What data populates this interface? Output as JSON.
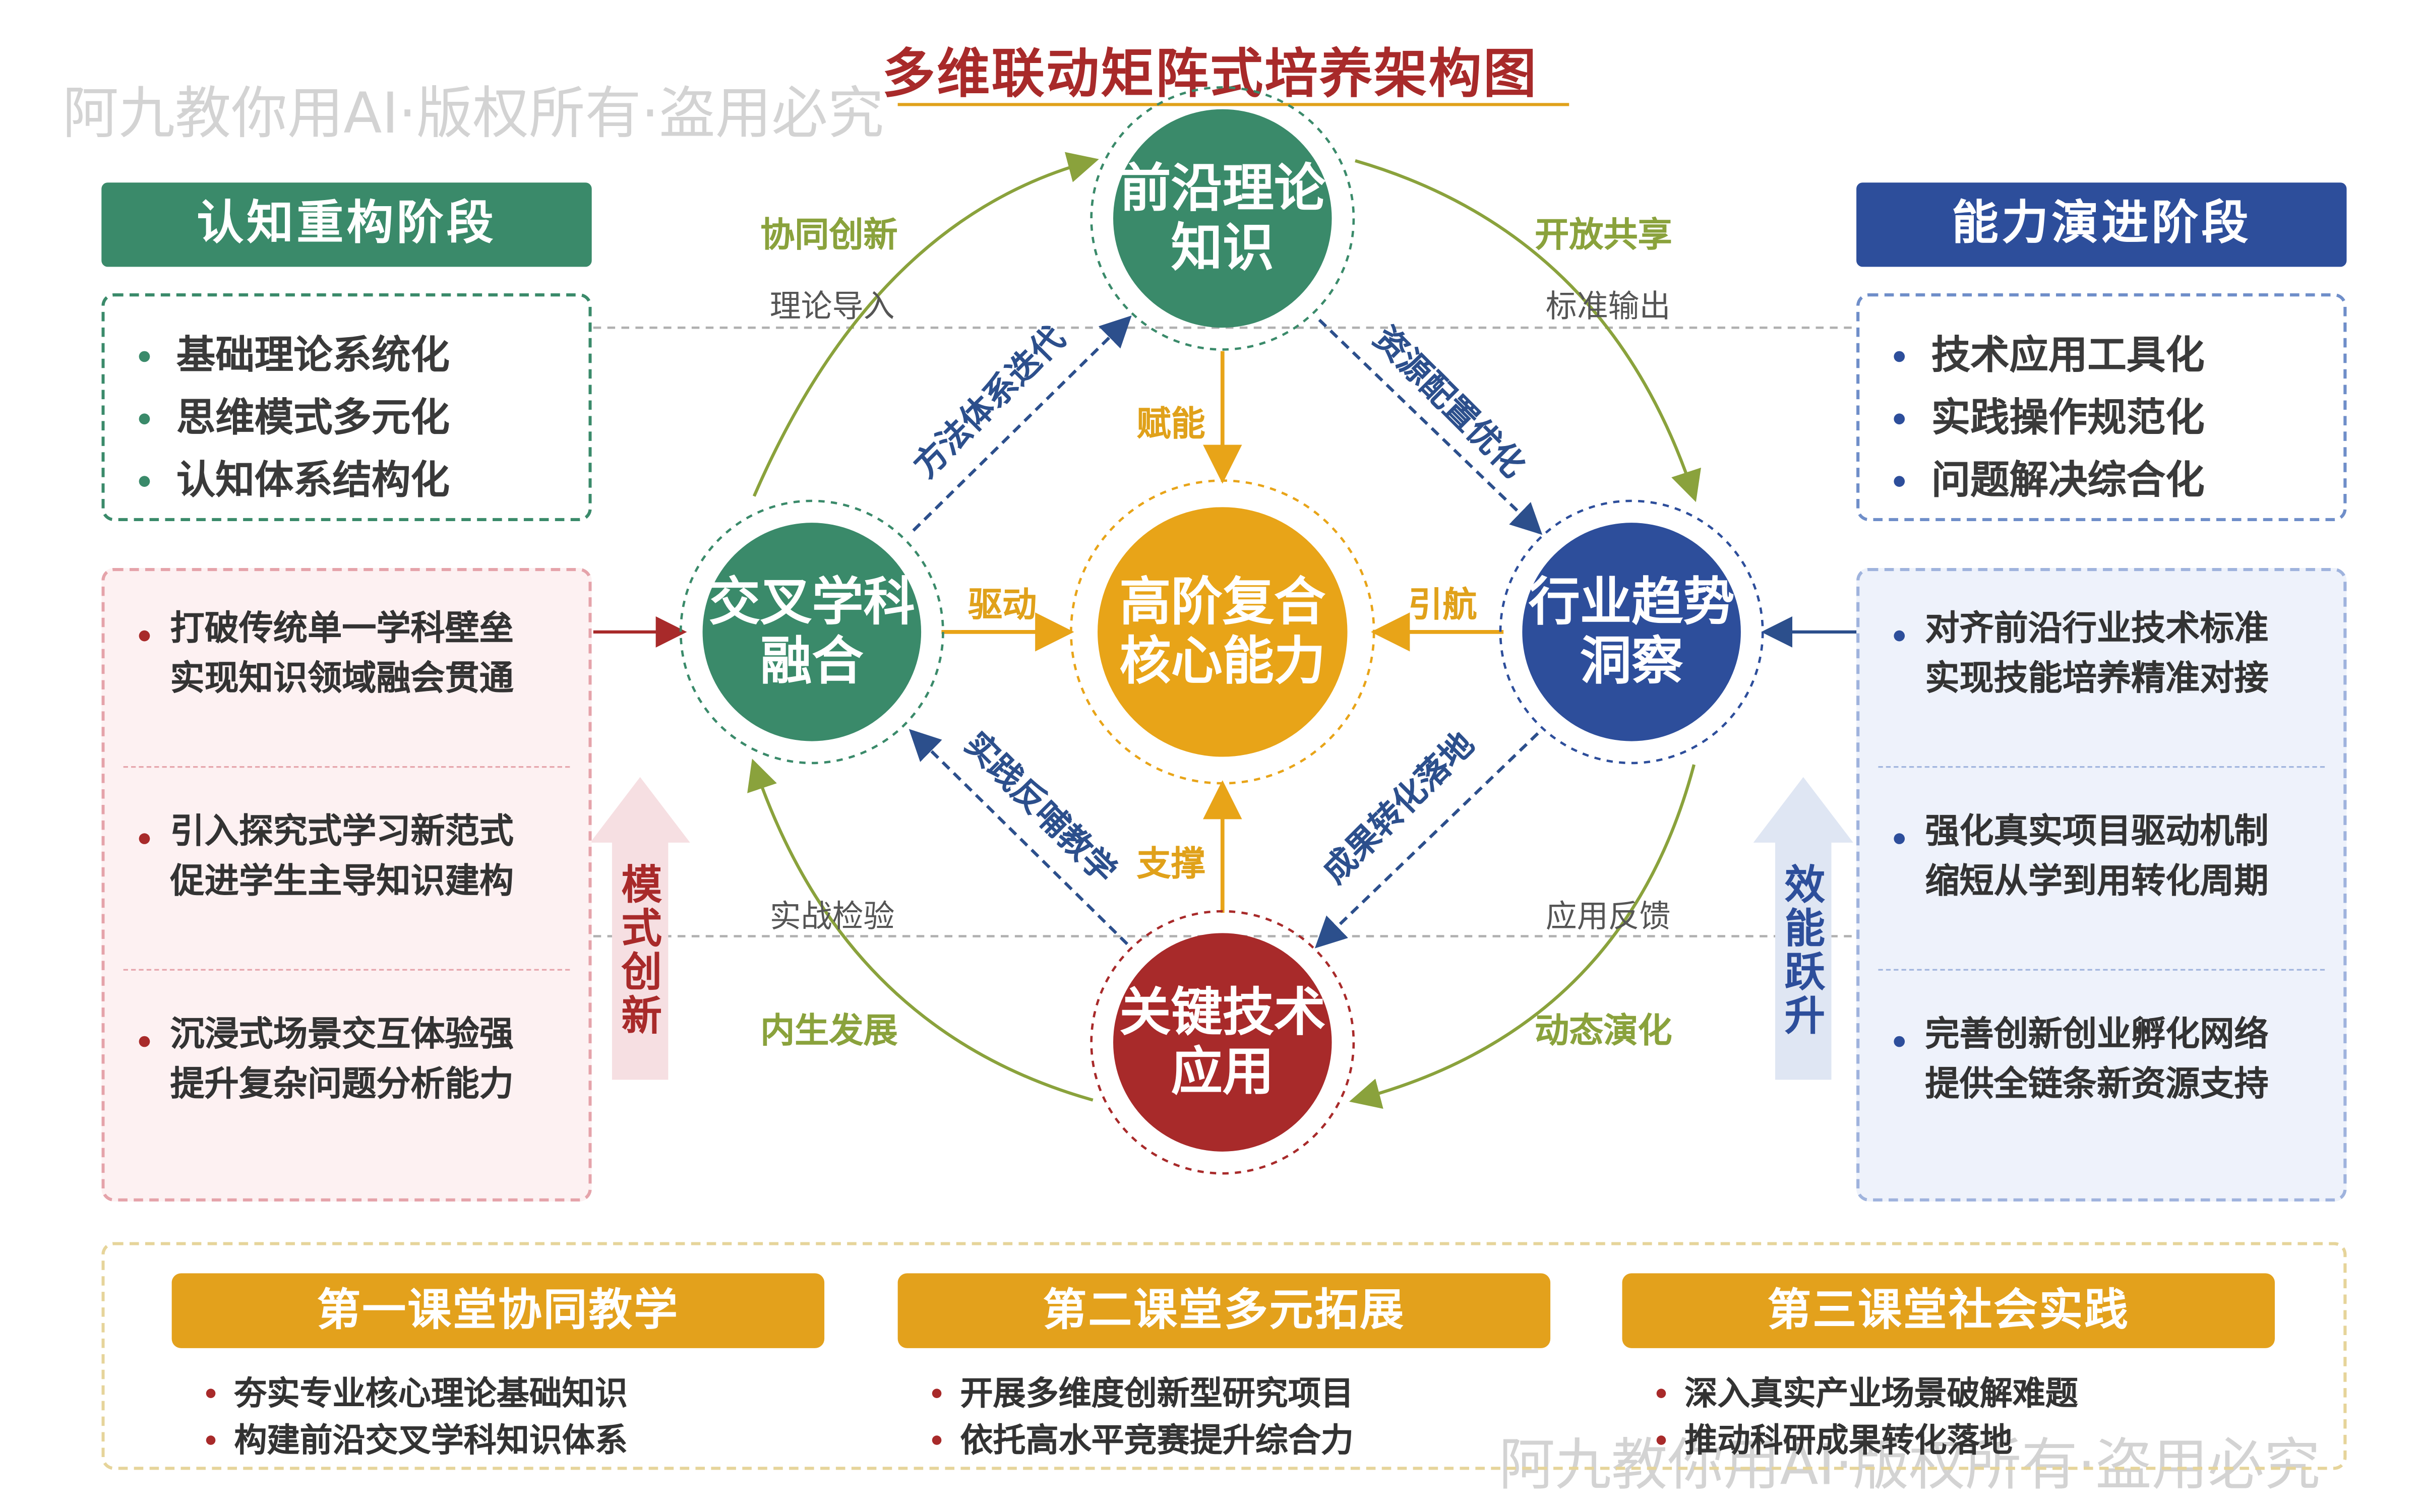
{
  "title": "多维联动矩阵式培养架构图",
  "watermark": "阿九教你用AI·版权所有·盗用必究",
  "left_stage": {
    "header": "认知重构阶段",
    "items": [
      "基础理论系统化",
      "思维模式多元化",
      "认知体系结构化"
    ],
    "details": [
      {
        "line1": "打破传统单一学科壁垒",
        "line2": "实现知识领域融会贯通"
      },
      {
        "line1": "引入探究式学习新范式",
        "line2": "促进学生主导知识建构"
      },
      {
        "line1": "沉浸式场景交互体验强",
        "line2": "提升复杂问题分析能力"
      }
    ],
    "arrow_label": "模式创新"
  },
  "right_stage": {
    "header": "能力演进阶段",
    "items": [
      "技术应用工具化",
      "实践操作规范化",
      "问题解决综合化"
    ],
    "details": [
      {
        "line1": "对齐前沿行业技术标准",
        "line2": "实现技能培养精准对接"
      },
      {
        "line1": "强化真实项目驱动机制",
        "line2": "缩短从学到用转化周期"
      },
      {
        "line1": "完善创新创业孵化网络",
        "line2": "提供全链条新资源支持"
      }
    ],
    "arrow_label": "效能跃升"
  },
  "nodes": {
    "top": {
      "line1": "前沿理论",
      "line2": "知识"
    },
    "left": {
      "line1": "交叉学科",
      "line2": "融合"
    },
    "right": {
      "line1": "行业趋势",
      "line2": "洞察"
    },
    "bottom": {
      "line1": "关键技术",
      "line2": "应用"
    },
    "center": {
      "line1": "高阶复合",
      "line2": "核心能力"
    }
  },
  "arc_labels": {
    "top_left": "协同创新",
    "top_right": "开放共享",
    "bottom_left": "内生发展",
    "bottom_right": "动态演化"
  },
  "flow_labels": {
    "theory_in": "理论导入",
    "standard_out": "标准输出",
    "practice_test": "实战检验",
    "apply_feedback": "应用反馈"
  },
  "diamond_labels": {
    "method": "方法体系迭代",
    "resource": "资源配置优化",
    "practice": "实践反哺教学",
    "result": "成果转化落地"
  },
  "center_labels": {
    "empower": "赋能",
    "drive": "驱动",
    "guide": "引航",
    "support": "支撑"
  },
  "courses": [
    {
      "header": "第一课堂协同教学",
      "items": [
        "夯实专业核心理论基础知识",
        "构建前沿交叉学科知识体系"
      ]
    },
    {
      "header": "第二课堂多元拓展",
      "items": [
        "开展多维度创新型研究项目",
        "依托高水平竞赛提升综合力"
      ]
    },
    {
      "header": "第三课堂社会实践",
      "items": [
        "深入真实产业场景破解难题",
        "推动科研成果转化落地"
      ]
    }
  ],
  "colors": {
    "green": "#3a8a6a",
    "navy": "#2d4e9b",
    "red": "#a82a2a",
    "orange": "#e8a418",
    "olive": "#8aa23c"
  }
}
